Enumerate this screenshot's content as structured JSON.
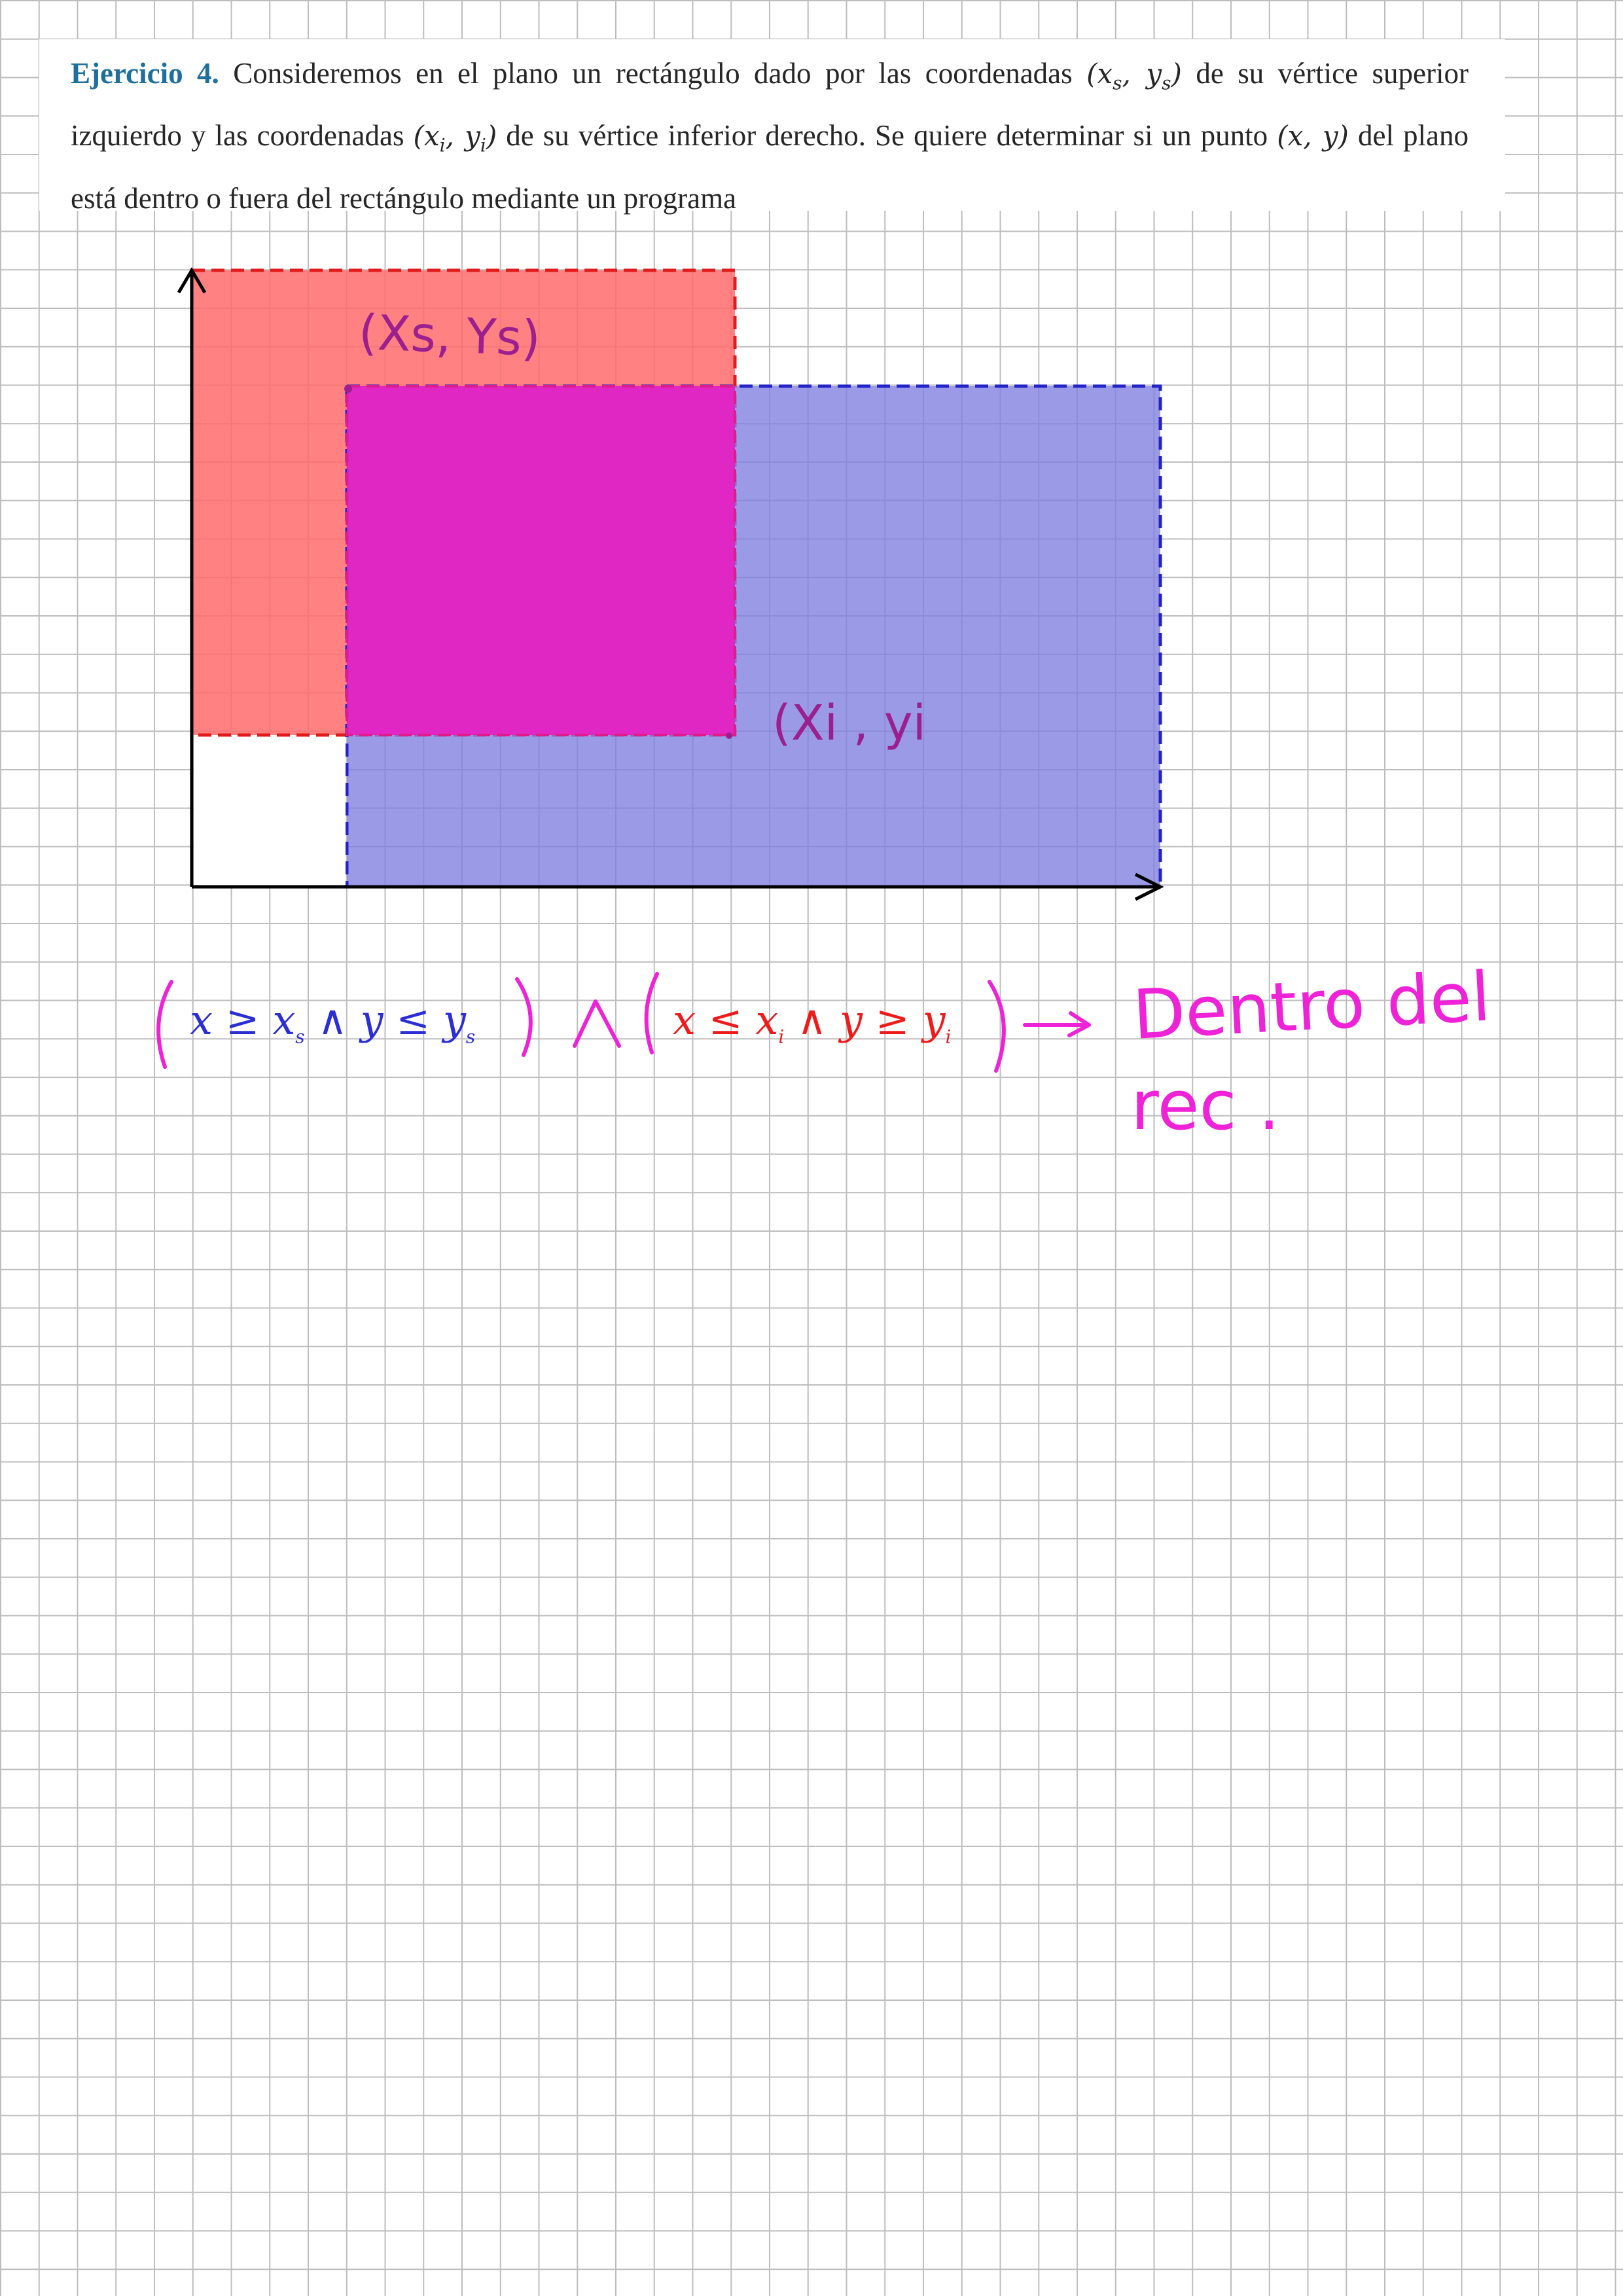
{
  "exercise": {
    "title": "Ejercicio 4.",
    "line1_part1": " Consideremos en el plano un rectángulo dado por las coordenadas ",
    "coord_upper": "(xs, ys)",
    "line1_part2": " de su vértice superior izquierdo y las coordenadas ",
    "coord_lower": "(xi, yi)",
    "line2_part2": " de su vértice inferior derecho. Se quiere determinar si un punto ",
    "point": "(x, y)",
    "line3_part2": " del plano está dentro o fuera del rectángulo mediante un programa"
  },
  "handwriting": {
    "upper_corner_label": "(Xs, Ys)",
    "lower_corner_label": "(Xi , yi",
    "conclusion_line1": "Dentro del",
    "conclusion_line2": "rec ."
  },
  "formula": {
    "blue_condition": "x ≥ xs ∧ y ≤ ys",
    "red_condition": "x ≤ xi ∧ y ≥ yi",
    "and_symbol": "∧",
    "arrow": "→"
  },
  "colors": {
    "red_rect": "#ff6b6b",
    "blue_rect": "#7d7de0",
    "overlap": "#e81ec3",
    "magenta_ink": "#ee22d6",
    "dark_magenta_ink": "#9b1f8e",
    "title_blue": "#1f6f9c"
  }
}
